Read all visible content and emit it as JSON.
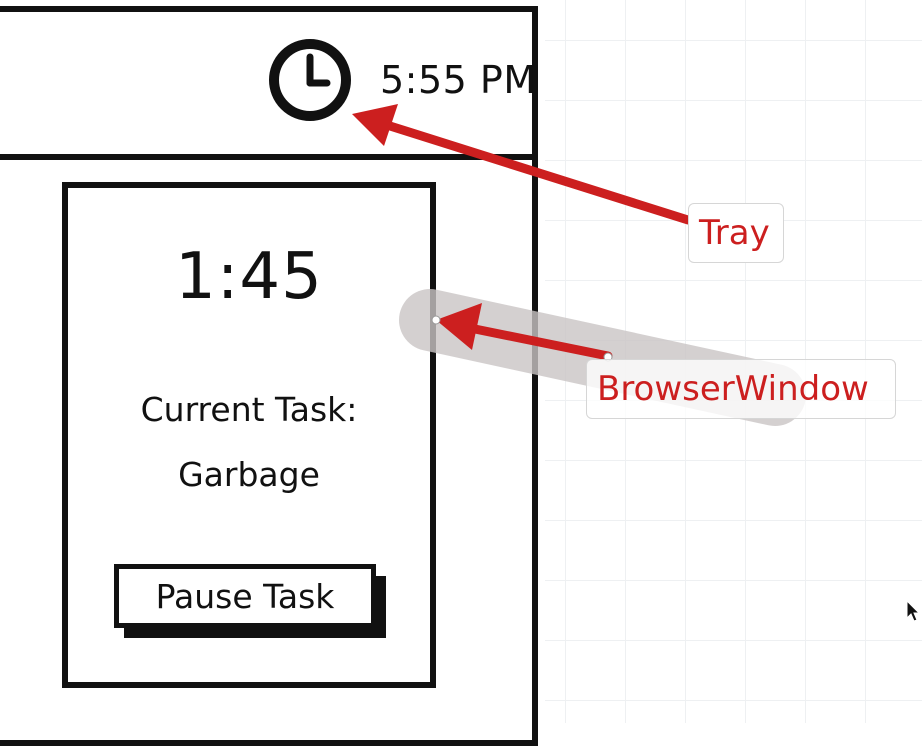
{
  "tray": {
    "time": "5:55 PM",
    "clock_icon": "clock-icon"
  },
  "window": {
    "timer": "1:45",
    "current_task_label": "Current Task:",
    "task_name": "Garbage",
    "pause_button_label": "Pause Task"
  },
  "annotations": {
    "tray_label": "Tray",
    "browser_window_label": "BrowserWindow",
    "arrow_color": "#cc1f1f",
    "selection_color": "#c9c4c4"
  },
  "cursor": {
    "icon": "mouse-pointer-icon"
  }
}
